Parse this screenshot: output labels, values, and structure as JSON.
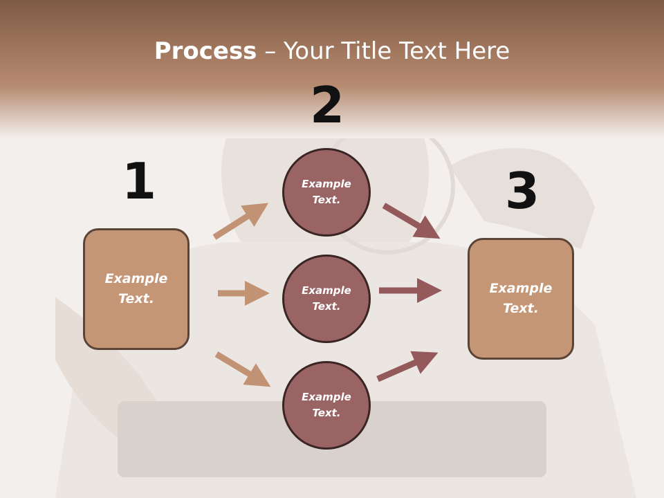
{
  "title": {
    "bold": "Process",
    "rest": " – Your Title Text Here"
  },
  "steps": {
    "one": "1",
    "two": "2",
    "three": "3"
  },
  "boxes": {
    "left": [
      "Example",
      "Text."
    ],
    "right": [
      "Example",
      "Text."
    ]
  },
  "circles": {
    "top": [
      "Example",
      "Text."
    ],
    "middle": [
      "Example",
      "Text."
    ],
    "bottom": [
      "Example",
      "Text."
    ]
  },
  "colors": {
    "box_fill": "#c59676",
    "circle_fill": "#9a6464",
    "arrow_tan": "#c29275",
    "arrow_maroon": "#93595b",
    "header_brown": "#a47a60"
  }
}
